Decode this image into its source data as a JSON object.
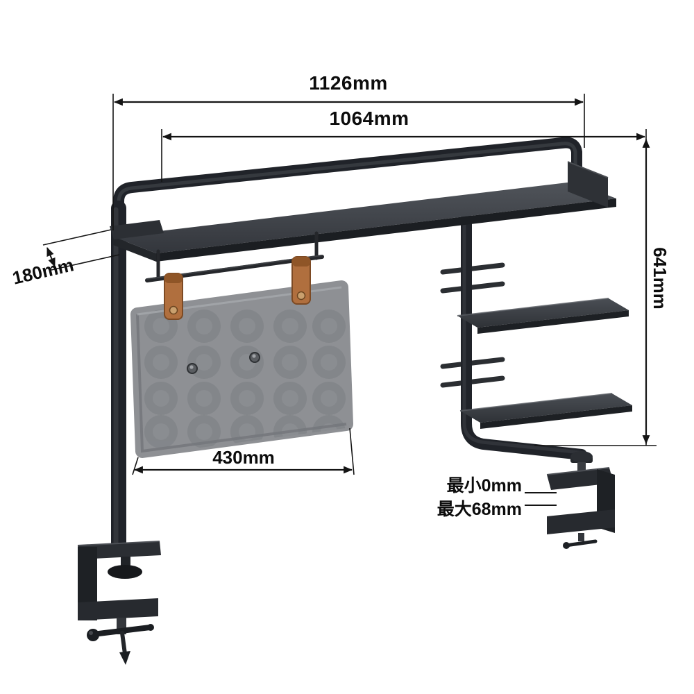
{
  "canvas": {
    "bg": "#ffffff"
  },
  "dims": {
    "overall_width": "1126mm",
    "inner_width": "1064mm",
    "depth": "180mm",
    "height": "641mm",
    "panel_width": "430mm",
    "clamp_min": "最小0mm",
    "clamp_max": "最大68mm"
  },
  "illustration": {
    "colors": {
      "frame": "#202329",
      "shelf": "#3a3e44",
      "felt_panel": "#8e9094",
      "strap_leather": "#b06f3e",
      "dimension_line": "#141414"
    },
    "parts": [
      "top-shelf",
      "hanging-rail",
      "felt-pegboard-panel",
      "leather-straps",
      "left-pole",
      "right-frame",
      "upper-side-shelf",
      "lower-side-shelf",
      "left-desk-clamp",
      "right-desk-clamp"
    ]
  }
}
